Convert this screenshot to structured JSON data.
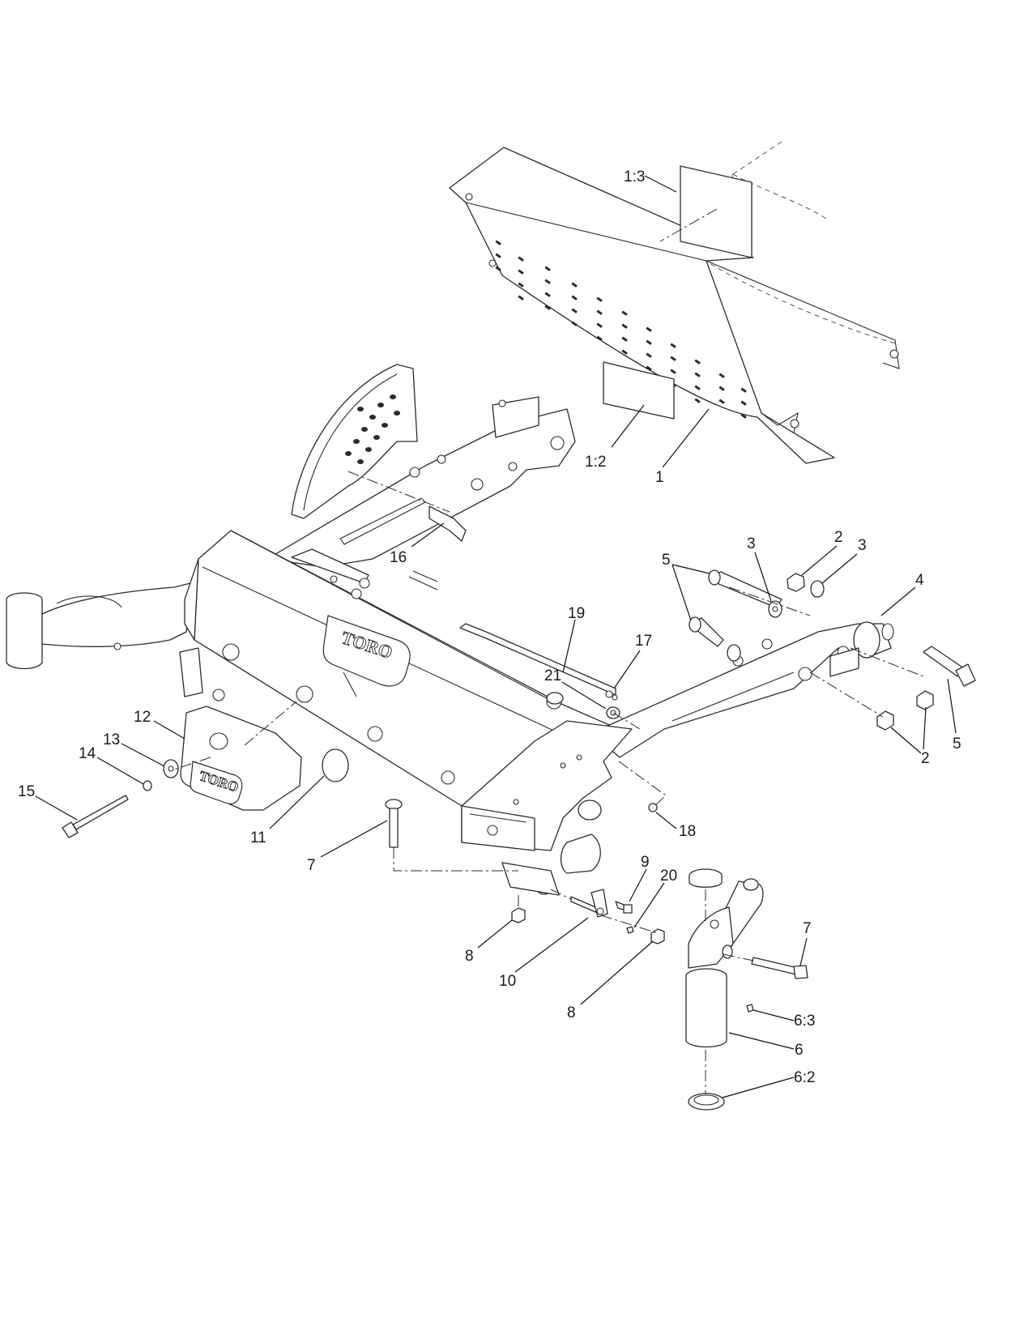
{
  "diagram": {
    "logo_text": "TORO",
    "callouts": [
      {
        "id": "c-1-3",
        "label": "1:3"
      },
      {
        "id": "c-1-2",
        "label": "1:2"
      },
      {
        "id": "c-1",
        "label": "1"
      },
      {
        "id": "c-16",
        "label": "16"
      },
      {
        "id": "c-5a",
        "label": "5"
      },
      {
        "id": "c-3a",
        "label": "3"
      },
      {
        "id": "c-2a",
        "label": "2"
      },
      {
        "id": "c-3b",
        "label": "3"
      },
      {
        "id": "c-4",
        "label": "4"
      },
      {
        "id": "c-19",
        "label": "19"
      },
      {
        "id": "c-17",
        "label": "17"
      },
      {
        "id": "c-21",
        "label": "21"
      },
      {
        "id": "c-12",
        "label": "12"
      },
      {
        "id": "c-13",
        "label": "13"
      },
      {
        "id": "c-14",
        "label": "14"
      },
      {
        "id": "c-15",
        "label": "15"
      },
      {
        "id": "c-11",
        "label": "11"
      },
      {
        "id": "c-7a",
        "label": "7"
      },
      {
        "id": "c-2b",
        "label": "2"
      },
      {
        "id": "c-5b",
        "label": "5"
      },
      {
        "id": "c-18",
        "label": "18"
      },
      {
        "id": "c-9",
        "label": "9"
      },
      {
        "id": "c-20",
        "label": "20"
      },
      {
        "id": "c-7b",
        "label": "7"
      },
      {
        "id": "c-8a",
        "label": "8"
      },
      {
        "id": "c-10",
        "label": "10"
      },
      {
        "id": "c-8b",
        "label": "8"
      },
      {
        "id": "c-6-3",
        "label": "6:3"
      },
      {
        "id": "c-6",
        "label": "6"
      },
      {
        "id": "c-6-2",
        "label": "6:2"
      }
    ]
  }
}
